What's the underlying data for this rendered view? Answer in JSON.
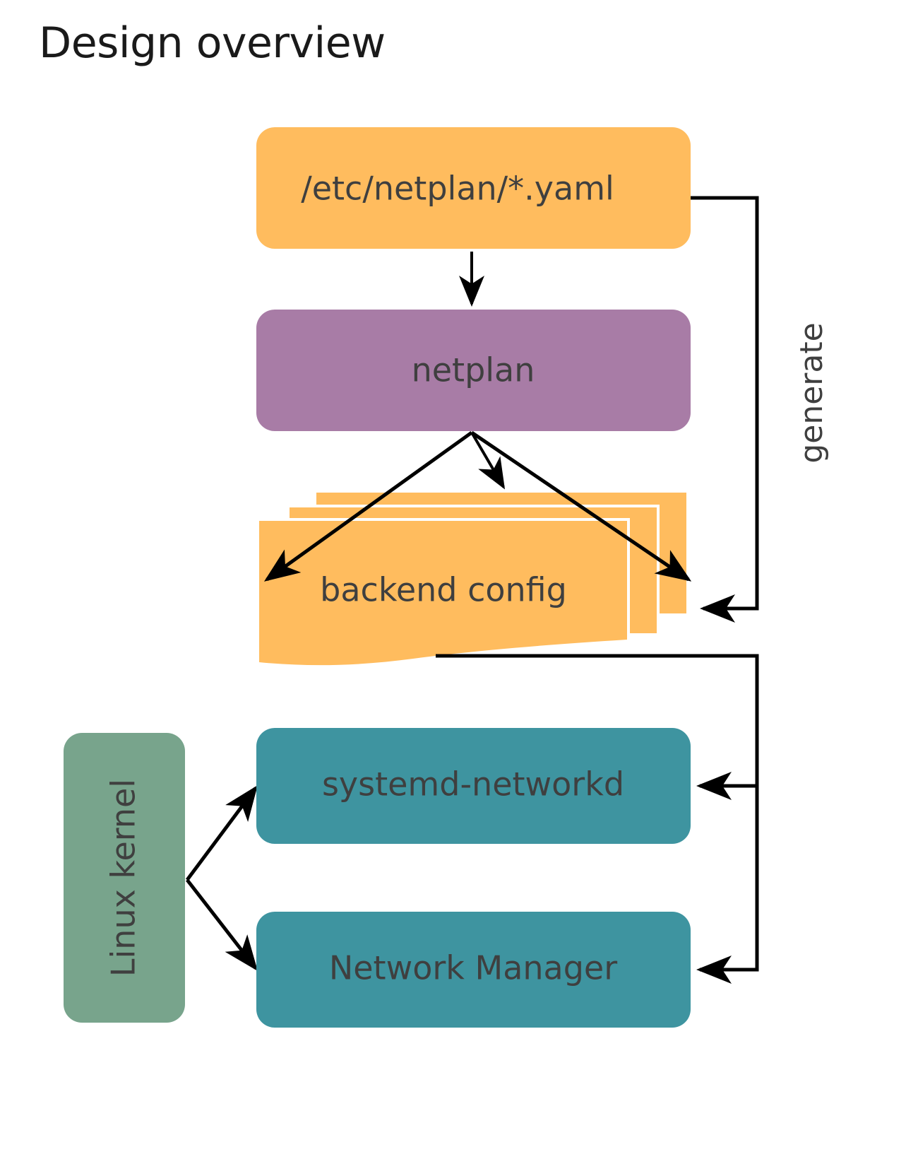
{
  "page": {
    "title": "Design overview",
    "background": "#ffffff"
  },
  "colors": {
    "orange": "#ffbc5e",
    "purple": "#a87ca6",
    "teal": "#3e94a0",
    "green": "#78a48c",
    "text": "#3f3f3f",
    "title_text": "#1a1a1a",
    "edge": "#000000"
  },
  "diagram": {
    "type": "flowchart",
    "nodes": [
      {
        "id": "yaml",
        "label": "/etc/netplan/*.yaml",
        "shape": "rounded-rect",
        "color": "#ffbc5e",
        "orientation": "horizontal"
      },
      {
        "id": "netplan",
        "label": "netplan",
        "shape": "rounded-rect",
        "color": "#a87ca6",
        "orientation": "horizontal"
      },
      {
        "id": "backend",
        "label": "backend config",
        "shape": "document-stack",
        "color": "#ffbc5e",
        "orientation": "horizontal"
      },
      {
        "id": "kernel",
        "label": "Linux kernel",
        "shape": "rounded-rect",
        "color": "#78a48c",
        "orientation": "vertical"
      },
      {
        "id": "networkd",
        "label": "systemd-networkd",
        "shape": "rounded-rect",
        "color": "#3e94a0",
        "orientation": "horizontal"
      },
      {
        "id": "nm",
        "label": "Network Manager",
        "shape": "rounded-rect",
        "color": "#3e94a0",
        "orientation": "horizontal"
      }
    ],
    "edges": [
      {
        "from": "yaml",
        "to": "netplan",
        "label": "",
        "style": "straight",
        "arrow": "end"
      },
      {
        "from": "netplan",
        "to": "backend",
        "label": "",
        "style": "fan-left",
        "arrow": "end"
      },
      {
        "from": "netplan",
        "to": "backend",
        "label": "",
        "style": "fan-center",
        "arrow": "end"
      },
      {
        "from": "netplan",
        "to": "backend",
        "label": "",
        "style": "fan-right",
        "arrow": "end"
      },
      {
        "from": "yaml",
        "to": "backend",
        "label": "generate",
        "style": "orthogonal-right",
        "arrow": "end"
      },
      {
        "from": "backend",
        "to": "networkd",
        "label": "",
        "style": "orthogonal-right",
        "arrow": "end"
      },
      {
        "from": "backend",
        "to": "nm",
        "label": "",
        "style": "orthogonal-right",
        "arrow": "end"
      },
      {
        "from": "kernel",
        "to": "networkd",
        "label": "",
        "style": "straight",
        "arrow": "end"
      },
      {
        "from": "kernel",
        "to": "nm",
        "label": "",
        "style": "straight",
        "arrow": "end"
      }
    ],
    "edge_labels": [
      {
        "id": "generate",
        "text": "generate",
        "rotation": -90
      }
    ]
  }
}
